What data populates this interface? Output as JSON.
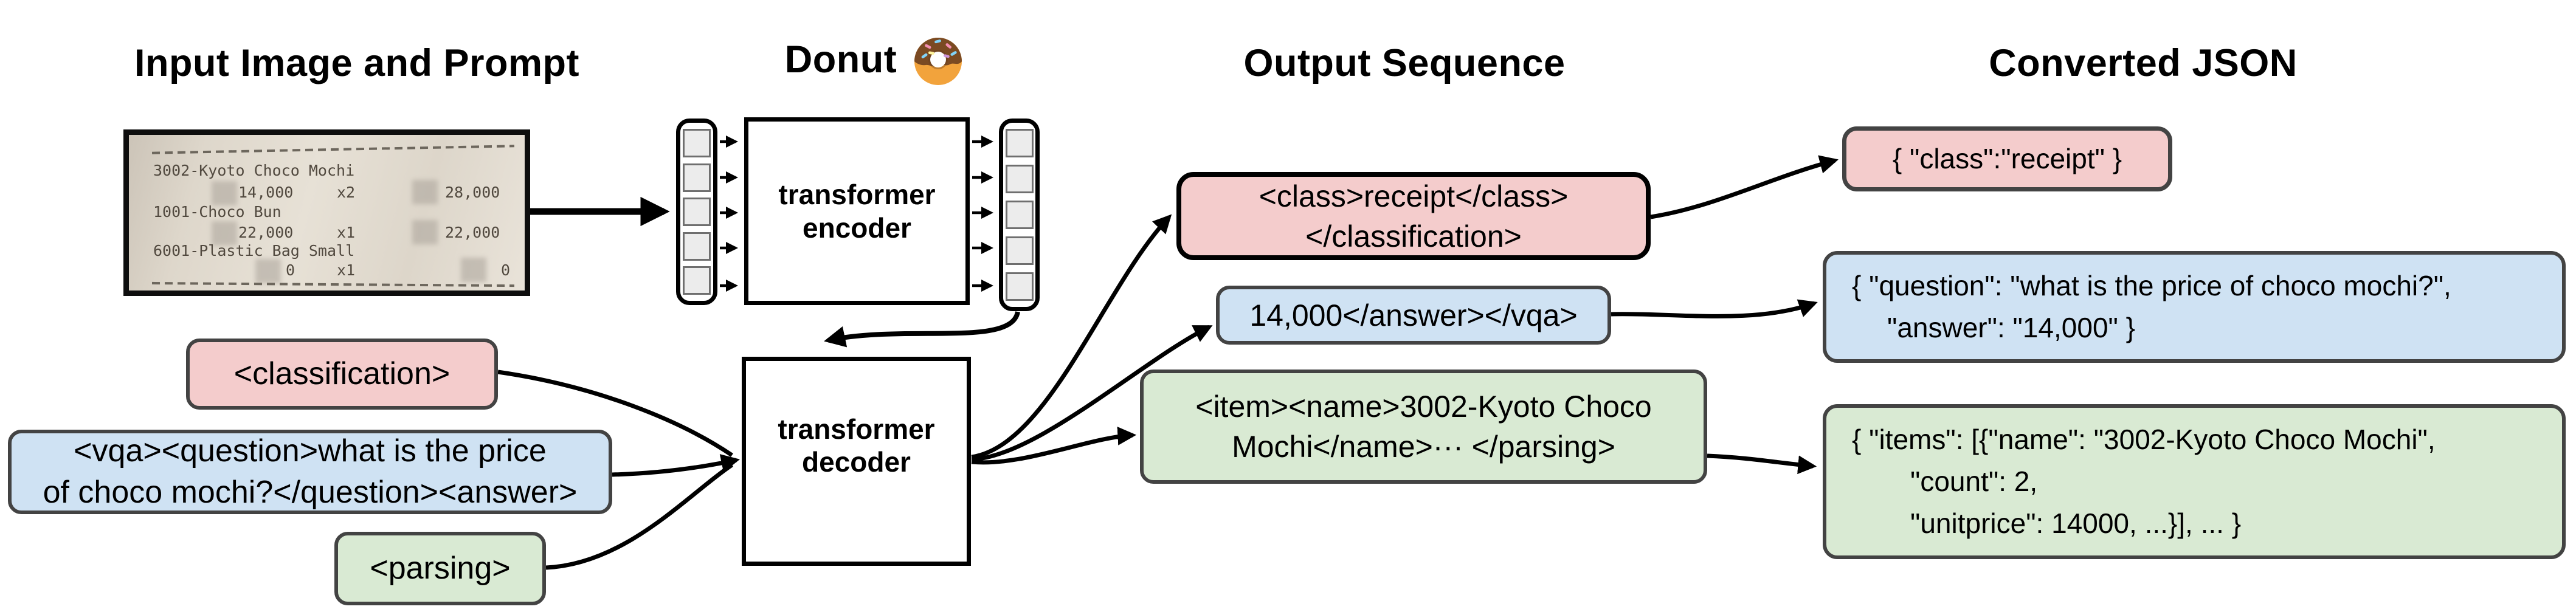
{
  "headers": {
    "input_image": "Input Image and Prompt",
    "model": "Donut",
    "output_sequence": "Output Sequence",
    "converted_json": "Converted JSON"
  },
  "model": {
    "encoder": "transformer encoder",
    "decoder": "transformer decoder"
  },
  "receipt": {
    "line1_name": "3002-Kyoto Choco Mochi",
    "line1_price": "14,000",
    "line1_qty": "x2",
    "line1_total": "28,000",
    "line2_name": "1001-Choco Bun",
    "line2_price": "22,000",
    "line2_qty": "x1",
    "line2_total": "22,000",
    "line3_name": "6001-Plastic Bag Small",
    "line3_price": "0",
    "line3_qty": "x1",
    "line3_total": "0"
  },
  "prompts": {
    "classification": "<classification>",
    "vqa_line1": "<vqa><question>what is the price",
    "vqa_line2": "of choco mochi?</question><answer>",
    "parsing": "<parsing>"
  },
  "outputs": {
    "classification_line1": "<class>receipt</class>",
    "classification_line2": "</classification>",
    "vqa": "14,000</answer></vqa>",
    "parsing_line1": "<item><name>3002-Kyoto Choco",
    "parsing_line2": "Mochi</name>··· </parsing>"
  },
  "converted": {
    "classification": "{ \"class\":\"receipt\" }",
    "vqa_line1": "{ \"question\": \"what is the price of choco mochi?\",",
    "vqa_line2": "\"answer\": \"14,000\" }",
    "parsing_line1": "{ \"items\": [{\"name\": \"3002-Kyoto Choco Mochi\",",
    "parsing_line2": "\"count\": 2,",
    "parsing_line3": "\"unitprice\": 14000, ...}], ... }"
  },
  "colors": {
    "classification_fill": "#f4cccc",
    "vqa_fill": "#cfe2f3",
    "parsing_fill": "#d9ead3",
    "box_border_dark": "#434343",
    "box_border_black": "#000000"
  }
}
